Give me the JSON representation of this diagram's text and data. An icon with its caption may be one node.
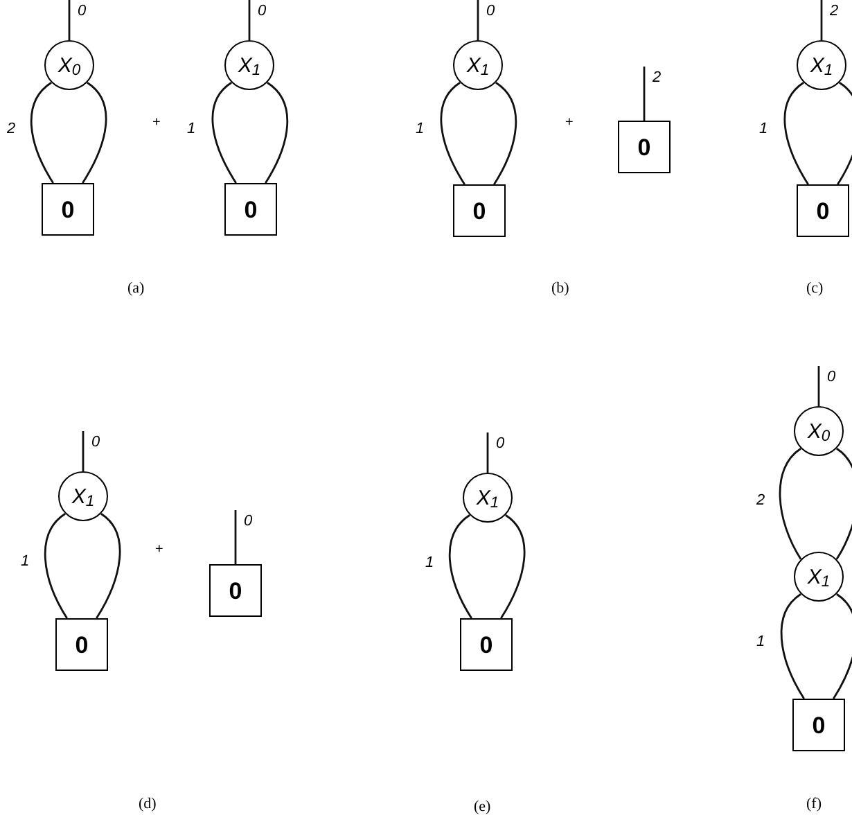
{
  "diagram": {
    "nodes": [
      {
        "text": [
          "X$_{0}$"
        ]
      },
      {
        "text": [
          "0"
        ]
      },
      {
        "text": [
          "X$_{1}$"
        ]
      },
      {
        "text": [
          "0"
        ]
      },
      {
        "text": [
          "X$_{1}$"
        ]
      },
      {
        "text": [
          "0"
        ]
      },
      {
        "text": [
          "0"
        ]
      },
      {
        "text": [
          "X$_{1}$"
        ]
      },
      {
        "text": [
          "0"
        ]
      },
      {
        "text": [
          "X$_{1}$"
        ]
      },
      {
        "text": [
          "0"
        ]
      },
      {
        "text": [
          "0"
        ]
      },
      {
        "text": [
          "X$_{1}$"
        ]
      },
      {
        "text": [
          "0"
        ]
      },
      {
        "text": [
          "X$_{0}$"
        ]
      },
      {
        "text": [
          "X$_{1}$"
        ]
      },
      {
        "text": [
          "0"
        ]
      }
    ],
    "edges": [
      {
        "from": null,
        "to": 0,
        "arrow": "none",
        "label": "0"
      },
      {
        "from": 0,
        "to": 1,
        "arrow": "none",
        "label": "2"
      },
      {
        "from": 0,
        "to": 1,
        "arrow": "none"
      },
      {
        "from": null,
        "to": 2,
        "arrow": "none",
        "label": "0"
      },
      {
        "from": 2,
        "to": 3,
        "arrow": "none",
        "label": "1"
      },
      {
        "from": 2,
        "to": 3,
        "arrow": "none"
      },
      {
        "from": null,
        "to": 4,
        "arrow": "none",
        "label": "0"
      },
      {
        "from": 4,
        "to": 5,
        "arrow": "none",
        "label": "1"
      },
      {
        "from": 4,
        "to": 5,
        "arrow": "none"
      },
      {
        "from": null,
        "to": 6,
        "arrow": "none",
        "label": "2"
      },
      {
        "from": null,
        "to": 7,
        "arrow": "none",
        "label": "2"
      },
      {
        "from": 7,
        "to": 8,
        "arrow": "none",
        "label": "1"
      },
      {
        "from": 7,
        "to": 8,
        "arrow": "none"
      },
      {
        "from": null,
        "to": 9,
        "arrow": "none",
        "label": "0"
      },
      {
        "from": 9,
        "to": 10,
        "arrow": "none",
        "label": "1"
      },
      {
        "from": 9,
        "to": 10,
        "arrow": "none"
      },
      {
        "from": null,
        "to": 11,
        "arrow": "none",
        "label": "0"
      },
      {
        "from": null,
        "to": 12,
        "arrow": "none",
        "label": "0"
      },
      {
        "from": 12,
        "to": 13,
        "arrow": "none",
        "label": "1"
      },
      {
        "from": 12,
        "to": 13,
        "arrow": "none"
      },
      {
        "from": null,
        "to": 14,
        "arrow": "none",
        "label": "0"
      },
      {
        "from": 14,
        "to": 15,
        "arrow": "none",
        "label": "2"
      },
      {
        "from": 14,
        "to": 15,
        "arrow": "none"
      },
      {
        "from": 15,
        "to": 16,
        "arrow": "none",
        "label": "1"
      },
      {
        "from": 15,
        "to": 16,
        "arrow": "none"
      }
    ],
    "labels": [
      "+",
      "+",
      "+",
      "(a)",
      "(b)",
      "(c)",
      "(d)",
      "(e)",
      "(f)"
    ]
  }
}
